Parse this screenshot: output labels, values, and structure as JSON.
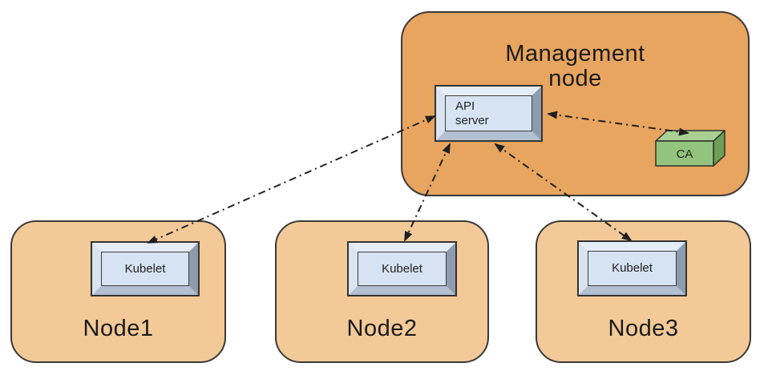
{
  "diagram": {
    "management": {
      "label": "Management node",
      "api_server_label": "API server",
      "ca_label": "CA"
    },
    "nodes": [
      {
        "label": "Node1",
        "component_label": "Kubelet"
      },
      {
        "label": "Node2",
        "component_label": "Kubelet"
      },
      {
        "label": "Node3",
        "component_label": "Kubelet"
      }
    ],
    "connections": [
      {
        "from": "api-server",
        "to": "node1-kubelet",
        "line_style": "dash-dot",
        "arrows": "both"
      },
      {
        "from": "api-server",
        "to": "node2-kubelet",
        "line_style": "dash-dot",
        "arrows": "both"
      },
      {
        "from": "api-server",
        "to": "node3-kubelet",
        "line_style": "dash-dot",
        "arrows": "both"
      },
      {
        "from": "api-server",
        "to": "ca",
        "line_style": "dash-dot",
        "arrows": "both"
      }
    ],
    "colors": {
      "management_fill": "#E8A55F",
      "worker_node_fill": "#F3C997",
      "component_face_fill": "#D5E3F2",
      "ca_front": "#93C47D",
      "ca_top": "#A9CF92",
      "ca_side": "#6E9F56",
      "border": "#3a3a3a",
      "arrow": "#1f1f1f"
    }
  }
}
